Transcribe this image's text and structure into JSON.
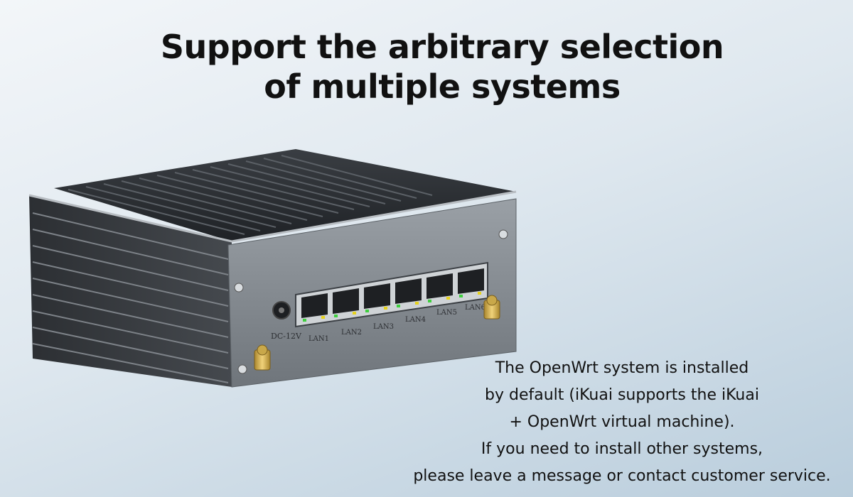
{
  "headline": {
    "line1": "Support the arbitrary selection",
    "line2": "of multiple systems"
  },
  "product": {
    "power_label": "DC-12V",
    "ports": [
      "LAN1",
      "LAN2",
      "LAN3",
      "LAN4",
      "LAN5",
      "LAN6"
    ]
  },
  "caption": {
    "lines": [
      "The OpenWrt system is installed",
      "by default (iKuai supports the iKuai",
      "+ OpenWrt virtual machine).",
      "If you need to install other systems,",
      "please leave a message or contact customer service."
    ]
  },
  "colors": {
    "chassis": "#8a9096",
    "fins": "#2a2d31",
    "port_face": "#dfe2e5",
    "led_green": "#3fcf3f",
    "led_yellow": "#e6d21e",
    "antenna": "#d7b24a"
  }
}
